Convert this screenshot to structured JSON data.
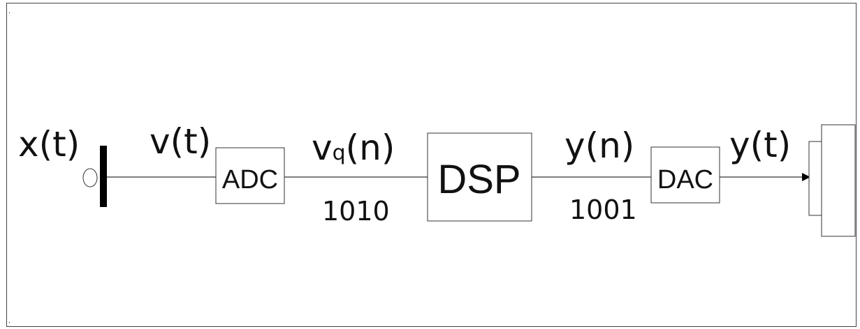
{
  "signals": {
    "x_t": "x(t)",
    "v_t": "v(t)",
    "vq_base": "v",
    "vq_sub": "q",
    "vq_arg": "(n)",
    "y_n": "y(n)",
    "y_t": "y(t)"
  },
  "blocks": {
    "adc": "ADC",
    "dsp": "DSP",
    "dac": "DAC"
  },
  "bits": {
    "adc_out": "1010",
    "dsp_out": "1001"
  }
}
